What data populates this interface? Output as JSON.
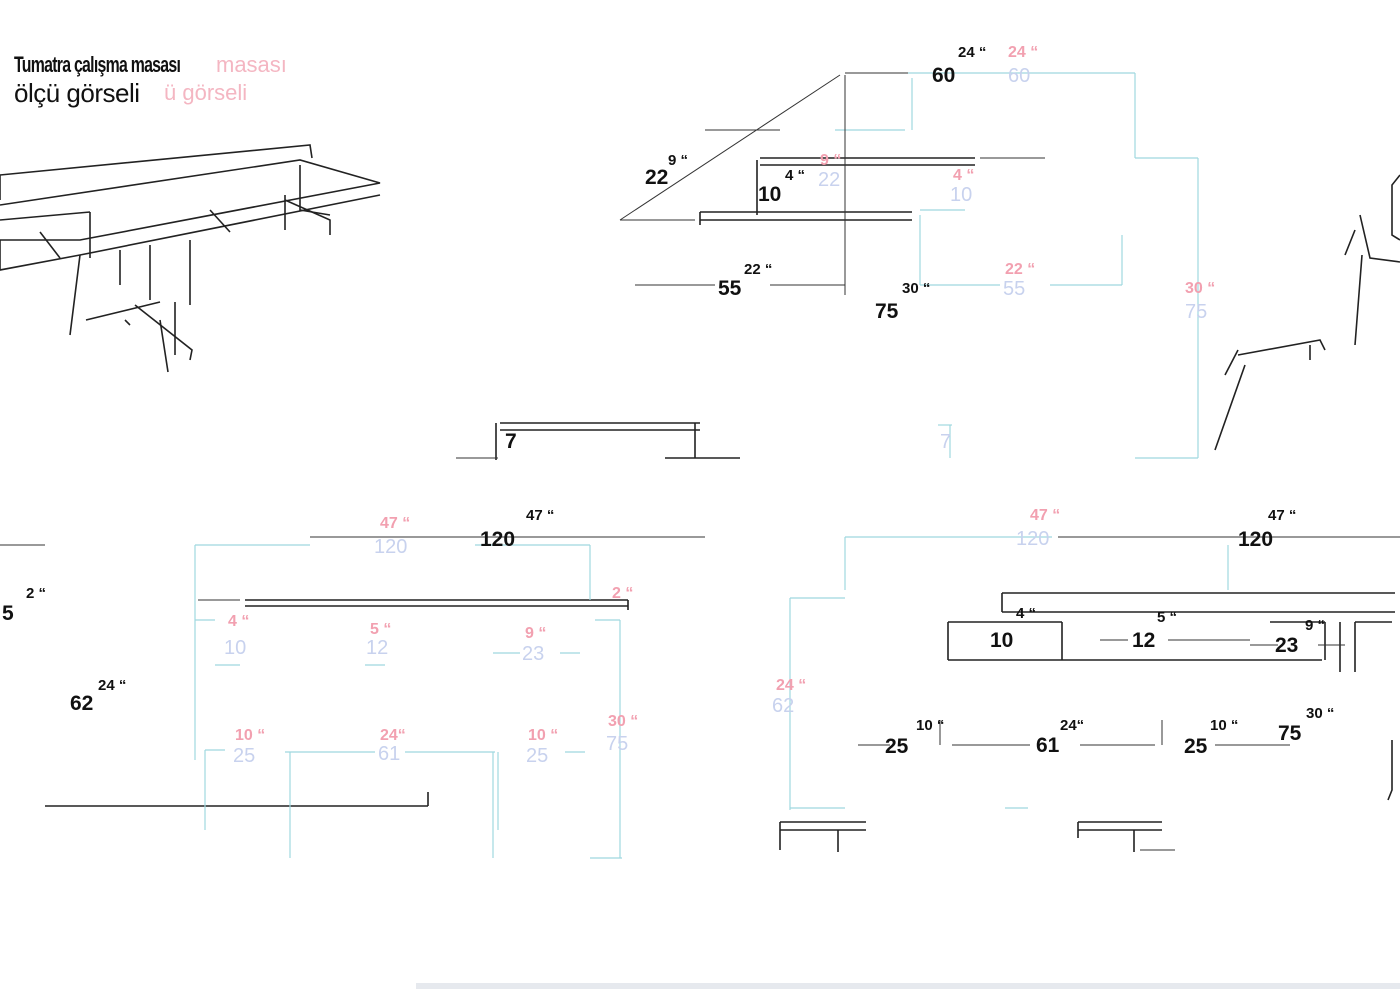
{
  "title": {
    "line1": "Tumatra çalışma masası",
    "line2": "ölçü görseli",
    "ghost1": "masası",
    "ghost2": "ü görseli"
  },
  "colors": {
    "inch": "#f2a0b0",
    "cm": "#c8d2ee",
    "dimension_line": "#9fd8df",
    "outline": "#222222"
  },
  "side_view": {
    "top_width": {
      "in": "24 “",
      "cm": "60",
      "in_dark": "24 “",
      "cm_dark": "60"
    },
    "shelf_depth": {
      "in": "9 “",
      "cm": "22",
      "in_dark": "9 “",
      "cm_dark": "22"
    },
    "shelf_height": {
      "in": "4 “",
      "cm": "10",
      "in_dark": "4 “",
      "cm_dark": "10"
    },
    "leg_depth": {
      "in": "22 “",
      "cm": "55",
      "in_dark": "22 “",
      "cm_dark": "55"
    },
    "height": {
      "in": "30 “",
      "cm": "75",
      "in_dark": "30 “",
      "cm_dark": "75"
    },
    "foot": {
      "cm": "7",
      "cm_dark": "7"
    }
  },
  "front_view": {
    "width": {
      "in": "47 “",
      "cm": "120",
      "in_dark": "47 “",
      "cm_dark": "120"
    },
    "top_thickness": {
      "in": "2 “",
      "in_dark": "2 “",
      "cm_dark": "5"
    },
    "shelf_h": {
      "in": "4 “",
      "cm": "10"
    },
    "mid_gap": {
      "in": "5 “",
      "cm": "12"
    },
    "shelf_w": {
      "in": "9 “",
      "cm": "23"
    },
    "knee": {
      "in_dark": "24 “",
      "cm_dark": "62"
    },
    "leg_left": {
      "in": "10 “",
      "cm": "25"
    },
    "leg_mid": {
      "in": "24“",
      "cm": "61"
    },
    "leg_right": {
      "in": "10 “",
      "cm": "25"
    },
    "height": {
      "in": "30 “",
      "cm": "75"
    }
  },
  "rear_view": {
    "width": {
      "in": "47 “",
      "cm": "120",
      "in_dark": "47 “",
      "cm_dark": "120"
    },
    "shelf_h": {
      "in_dark": "4 “",
      "cm_dark": "10"
    },
    "mid_gap": {
      "in_dark": "5 “",
      "cm_dark": "12"
    },
    "shelf_w": {
      "in_dark": "9 “",
      "cm_dark": "23"
    },
    "knee": {
      "in": "24 “",
      "cm": "62"
    },
    "leg_left": {
      "in_dark": "10 “",
      "cm_dark": "25"
    },
    "leg_mid": {
      "in_dark": "24“",
      "cm_dark": "61"
    },
    "leg_right": {
      "in_dark": "10 “",
      "cm_dark": "25"
    },
    "height": {
      "in_dark": "30 “",
      "cm_dark": "75"
    }
  }
}
